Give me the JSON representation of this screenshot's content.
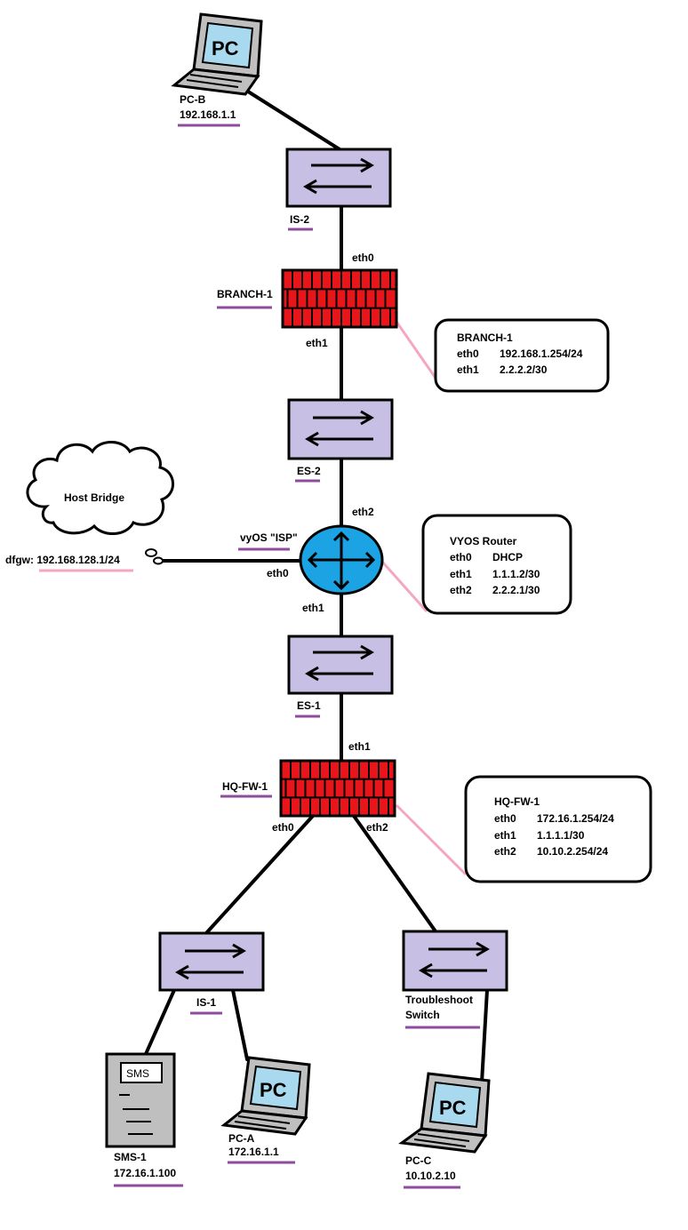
{
  "colors": {
    "switch_fill": "#c8c0e4",
    "firewall_fill": "#e8151b",
    "router_fill": "#1ca3e3",
    "underline_purple": "#8e4c9e",
    "underline_pink": "#f4a7bf",
    "callout_line": "#f4a7bf",
    "screen_blue": "#a9d9ee",
    "laptop_gray": "#bfbfbf"
  },
  "nodes": {
    "pc_b": {
      "name": "PC-B",
      "ip": "192.168.1.1",
      "screen": "PC"
    },
    "is_2": {
      "name": "IS-2"
    },
    "branch_1": {
      "name": "BRANCH-1"
    },
    "es_2": {
      "name": "ES-2"
    },
    "isp": {
      "name": "vyOS \"ISP\""
    },
    "es_1": {
      "name": "ES-1"
    },
    "hq_fw_1": {
      "name": "HQ-FW-1"
    },
    "is_1": {
      "name": "IS-1"
    },
    "troubleshoot": {
      "name_line1": "Troubleshoot",
      "name_line2": "Switch"
    },
    "sms_1": {
      "name": "SMS-1",
      "ip": "172.16.1.100",
      "screen": "SMS"
    },
    "pc_a": {
      "name": "PC-A",
      "ip": "172.16.1.1",
      "screen": "PC"
    },
    "pc_c": {
      "name": "PC-C",
      "ip": "10.10.2.10",
      "screen": "PC"
    },
    "host_bridge": {
      "name": "Host Bridge",
      "dfgw": "dfgw: 192.168.128.1/24"
    }
  },
  "interfaces": {
    "branch_eth0": "eth0",
    "branch_eth1": "eth1",
    "isp_eth2": "eth2",
    "isp_eth0": "eth0",
    "isp_eth1": "eth1",
    "hq_eth1": "eth1",
    "hq_eth0": "eth0",
    "hq_eth2": "eth2"
  },
  "callouts": {
    "branch": {
      "title": "BRANCH-1",
      "rows": [
        {
          "if": "eth0",
          "ip": "192.168.1.254/24"
        },
        {
          "if": "eth1",
          "ip": "2.2.2.2/30"
        }
      ]
    },
    "vyos": {
      "title": "VYOS Router",
      "rows": [
        {
          "if": "eth0",
          "ip": "DHCP"
        },
        {
          "if": "eth1",
          "ip": "1.1.1.2/30"
        },
        {
          "if": "eth2",
          "ip": "2.2.2.1/30"
        }
      ]
    },
    "hq": {
      "title": "HQ-FW-1",
      "rows": [
        {
          "if": "eth0",
          "ip": "172.16.1.254/24"
        },
        {
          "if": "eth1",
          "ip": "1.1.1.1/30"
        },
        {
          "if": "eth2",
          "ip": "10.10.2.254/24"
        }
      ]
    }
  }
}
